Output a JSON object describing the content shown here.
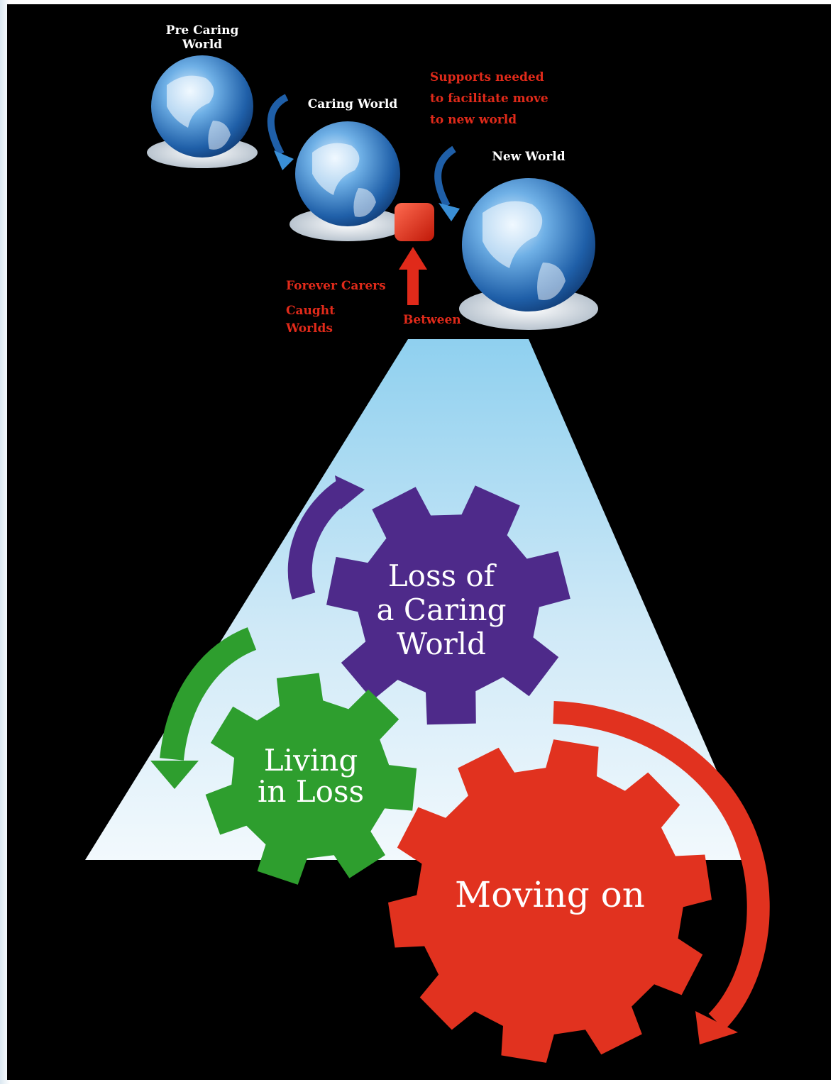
{
  "colors": {
    "background": "#000000",
    "cone_top": "#8fd0ef",
    "cone_bottom": "#eef7fc",
    "purple_gear": "#4e2a8a",
    "green_gear": "#2e9e2e",
    "red_gear": "#e1321f",
    "label_red": "#e02a1a",
    "globe_blue": "#2a6fb5"
  },
  "top": {
    "labels": {
      "pre_caring_world": [
        "Pre Caring",
        "World"
      ],
      "caring_world": "Caring World",
      "supports": [
        "Supports needed",
        "to facilitate move",
        "to new world"
      ],
      "new_world": "New World",
      "forever_carers": "Forever Carers",
      "caught_worlds": [
        "Caught",
        "Worlds"
      ],
      "between": "Between"
    }
  },
  "gears": {
    "loss": [
      "Loss of",
      "a Caring",
      "World"
    ],
    "living": [
      "Living",
      "in Loss"
    ],
    "moving": "Moving on"
  }
}
